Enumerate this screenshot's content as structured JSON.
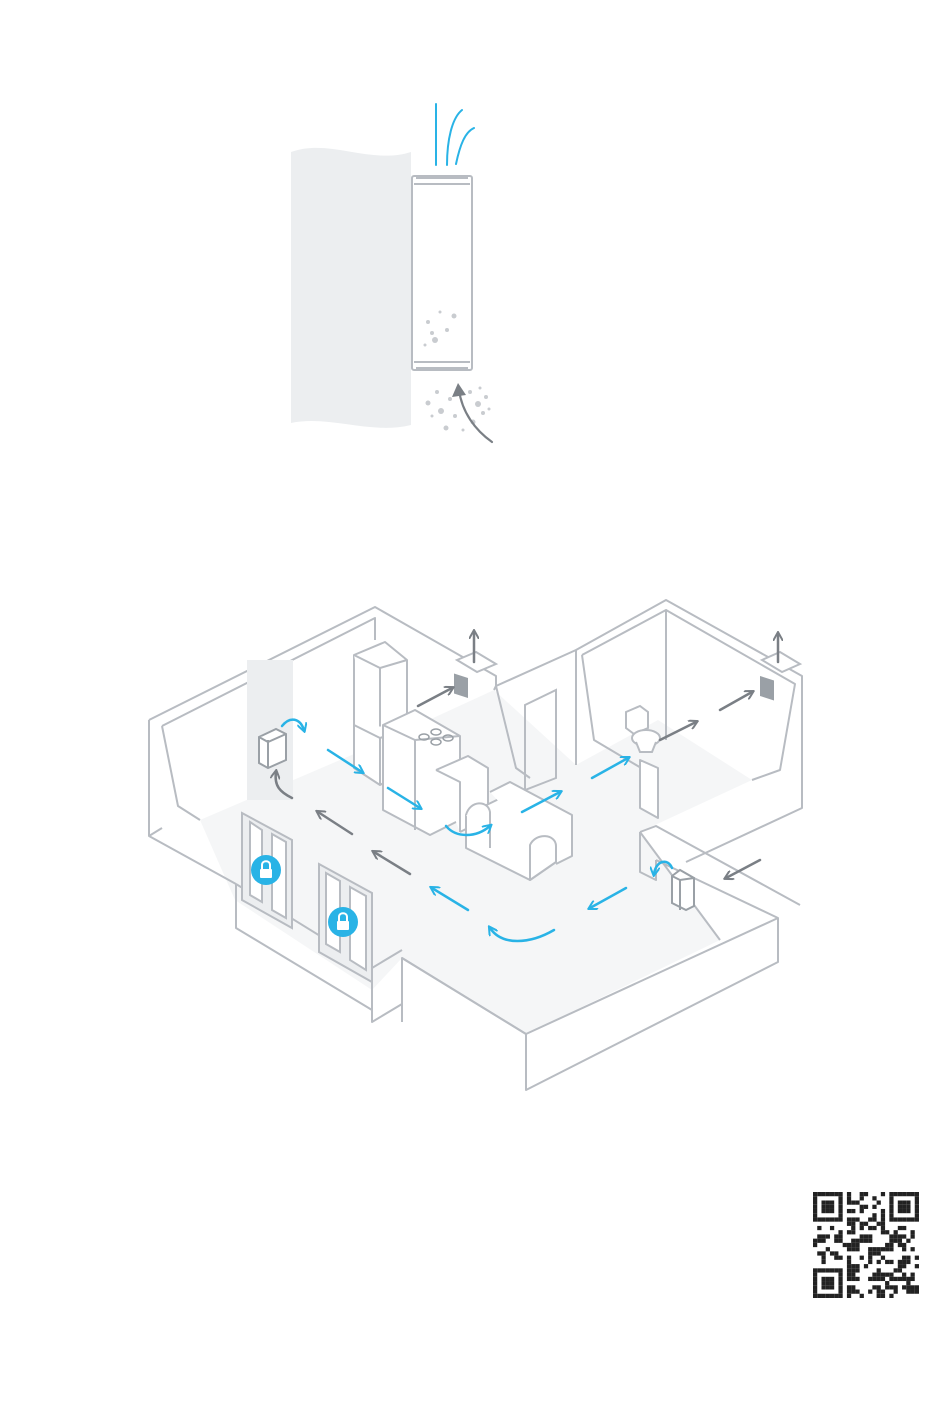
{
  "colors": {
    "line": "#b8bcc2",
    "line_dark": "#9aa0a6",
    "arrow_blue": "#29b3e6",
    "arrow_gray": "#7a7f85",
    "wall_fill": "#eceef0",
    "floor_fill": "#f5f6f7",
    "lock_fill": "#29b3e6",
    "qr": "#222222"
  },
  "figures": {
    "unit": {
      "icon": "wall-mounted-air-purifier-illustration"
    },
    "plan": {
      "icon": "apartment-airflow-floor-plan"
    },
    "lock_icons": [
      "lock-icon",
      "lock-icon"
    ],
    "qr": {
      "icon": "qr-code"
    }
  }
}
